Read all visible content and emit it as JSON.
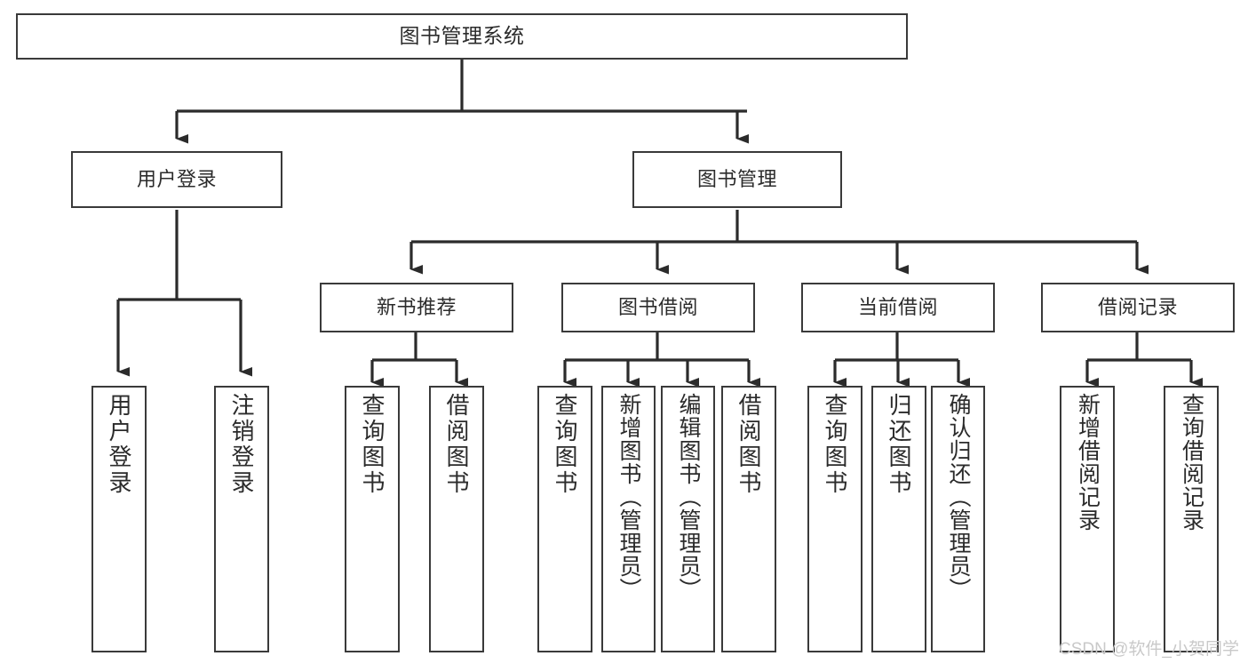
{
  "diagram": {
    "title": "图书管理系统",
    "type": "hierarchy-tree",
    "orientation": "top-down",
    "colors": {
      "box_border": "#3a3a3a",
      "box_fill": "#ffffff",
      "edge": "#2b2b2b",
      "text": "#2b2b2b",
      "watermark": "#c9c9c9",
      "background": "#ffffff"
    }
  },
  "nodes": {
    "root": {
      "label": "图书管理系统",
      "level": 1
    },
    "level2": [
      {
        "id": "user-login",
        "label": "用户登录"
      },
      {
        "id": "book-manage",
        "label": "图书管理"
      }
    ],
    "level3": [
      {
        "id": "new-book-rec",
        "label": "新书推荐",
        "parent": "book-manage"
      },
      {
        "id": "book-borrow",
        "label": "图书借阅",
        "parent": "book-manage"
      },
      {
        "id": "current-borrow",
        "label": "当前借阅",
        "parent": "book-manage"
      },
      {
        "id": "borrow-record",
        "label": "借阅记录",
        "parent": "book-manage"
      }
    ],
    "leaves": [
      {
        "id": "leaf-user-login",
        "label": "用户登录",
        "parent": "user-login"
      },
      {
        "id": "leaf-user-logout",
        "label": "注销登录",
        "parent": "user-login"
      },
      {
        "id": "leaf-query-book-1",
        "label": "查询图书",
        "parent": "new-book-rec"
      },
      {
        "id": "leaf-borrow-book-1",
        "label": "借阅图书",
        "parent": "new-book-rec"
      },
      {
        "id": "leaf-query-book-2",
        "label": "查询图书",
        "parent": "book-borrow"
      },
      {
        "id": "leaf-add-book",
        "label": "新增图书（管理员）",
        "parent": "book-borrow"
      },
      {
        "id": "leaf-edit-book",
        "label": "编辑图书（管理员）",
        "parent": "book-borrow"
      },
      {
        "id": "leaf-borrow-book-2",
        "label": "借阅图书",
        "parent": "book-borrow"
      },
      {
        "id": "leaf-query-book-3",
        "label": "查询图书",
        "parent": "current-borrow"
      },
      {
        "id": "leaf-return-book",
        "label": "归还图书",
        "parent": "current-borrow"
      },
      {
        "id": "leaf-confirm-return",
        "label": "确认归还（管理员）",
        "parent": "current-borrow"
      },
      {
        "id": "leaf-add-record",
        "label": "新增借阅记录",
        "parent": "borrow-record"
      },
      {
        "id": "leaf-query-record",
        "label": "查询借阅记录",
        "parent": "borrow-record"
      }
    ]
  },
  "watermark": {
    "text": "CSDN @软件_小贺同学"
  }
}
